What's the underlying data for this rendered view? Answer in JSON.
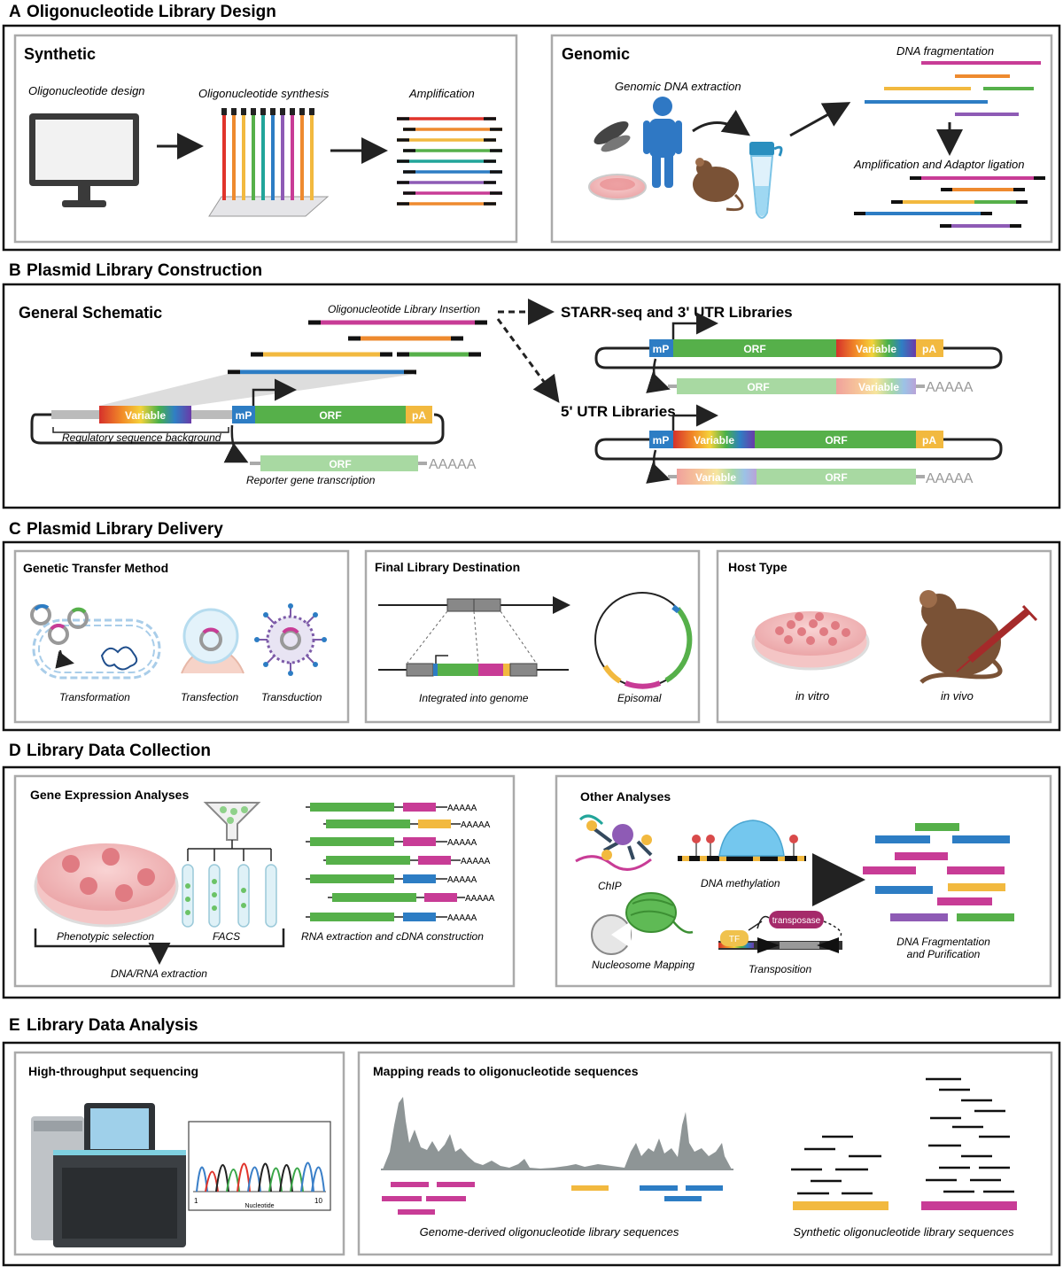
{
  "sections": {
    "a": {
      "letter": "A",
      "title": "Oligonucleotide Library Design"
    },
    "b": {
      "letter": "B",
      "title": "Plasmid Library Construction"
    },
    "c": {
      "letter": "C",
      "title": "Plasmid Library Delivery"
    },
    "d": {
      "letter": "D",
      "title": "Library Data Collection"
    },
    "e": {
      "letter": "E",
      "title": "Library Data Analysis"
    }
  },
  "design": {
    "synthetic": {
      "title": "Synthetic",
      "step1": "Oligonucleotide design",
      "step2": "Oligonucleotide synthesis",
      "step3": "Amplification"
    },
    "genomic": {
      "title": "Genomic",
      "extraction": "Genomic DNA extraction",
      "fragmentation": "DNA fragmentation",
      "ligation": "Amplification and Adaptor ligation"
    }
  },
  "construction": {
    "general": "General Schematic",
    "insertion": "Oligonucleotide Library Insertion",
    "background": "Regulatory sequence background",
    "transcription": "Reporter gene transcription",
    "starr": "STARR-seq and 3' UTR Libraries",
    "utr5": "5' UTR Libraries",
    "labels": {
      "variable": "Variable",
      "mp": "mP",
      "orf": "ORF",
      "pa": "pA",
      "polya": "AAAAA"
    }
  },
  "delivery": {
    "transfer": {
      "title": "Genetic Transfer Method",
      "transformation": "Transformation",
      "transfection": "Transfection",
      "transduction": "Transduction"
    },
    "destination": {
      "title": "Final Library Destination",
      "integrated": "Integrated into genome",
      "episomal": "Episomal"
    },
    "host": {
      "title": "Host Type",
      "vitro": "in vitro",
      "vivo": "in vivo"
    }
  },
  "collection": {
    "gene": {
      "title": "Gene Expression Analyses",
      "phenotypic": "Phenotypic selection",
      "facs": "FACS",
      "extraction": "DNA/RNA extraction",
      "rna": "RNA extraction and cDNA construction",
      "polya": "AAAAA"
    },
    "other": {
      "title": "Other Analyses",
      "chip": "ChIP",
      "methylation": "DNA methylation",
      "nucleosome": "Nucleosome Mapping",
      "transposition": "Transposition",
      "transposase": "transposase",
      "tf": "TF",
      "fragmentation_1": "DNA Fragmentation",
      "fragmentation_2": "and Purification"
    }
  },
  "analysis": {
    "hts": {
      "title": "High-throughput sequencing",
      "axis_start": "1",
      "axis_end": "10",
      "axis_label": "Nucleotide"
    },
    "mapping": {
      "title": "Mapping reads to oligonucleotide sequences",
      "genome": "Genome-derived oligonucleotide library sequences",
      "synthetic": "Synthetic oligonucleotide library sequences"
    }
  },
  "colors": {
    "red": "#e0342b",
    "orange": "#ee8a2f",
    "yellow": "#f2b93f",
    "green": "#56b04a",
    "blue": "#2d7dc4",
    "purple": "#8e5bb5",
    "magenta": "#c83c96",
    "teal": "#22a59a",
    "mp": "#2d7dc4",
    "pa": "#f2b93f",
    "orf": "#56b04a",
    "grey": "#aaaaaa"
  }
}
